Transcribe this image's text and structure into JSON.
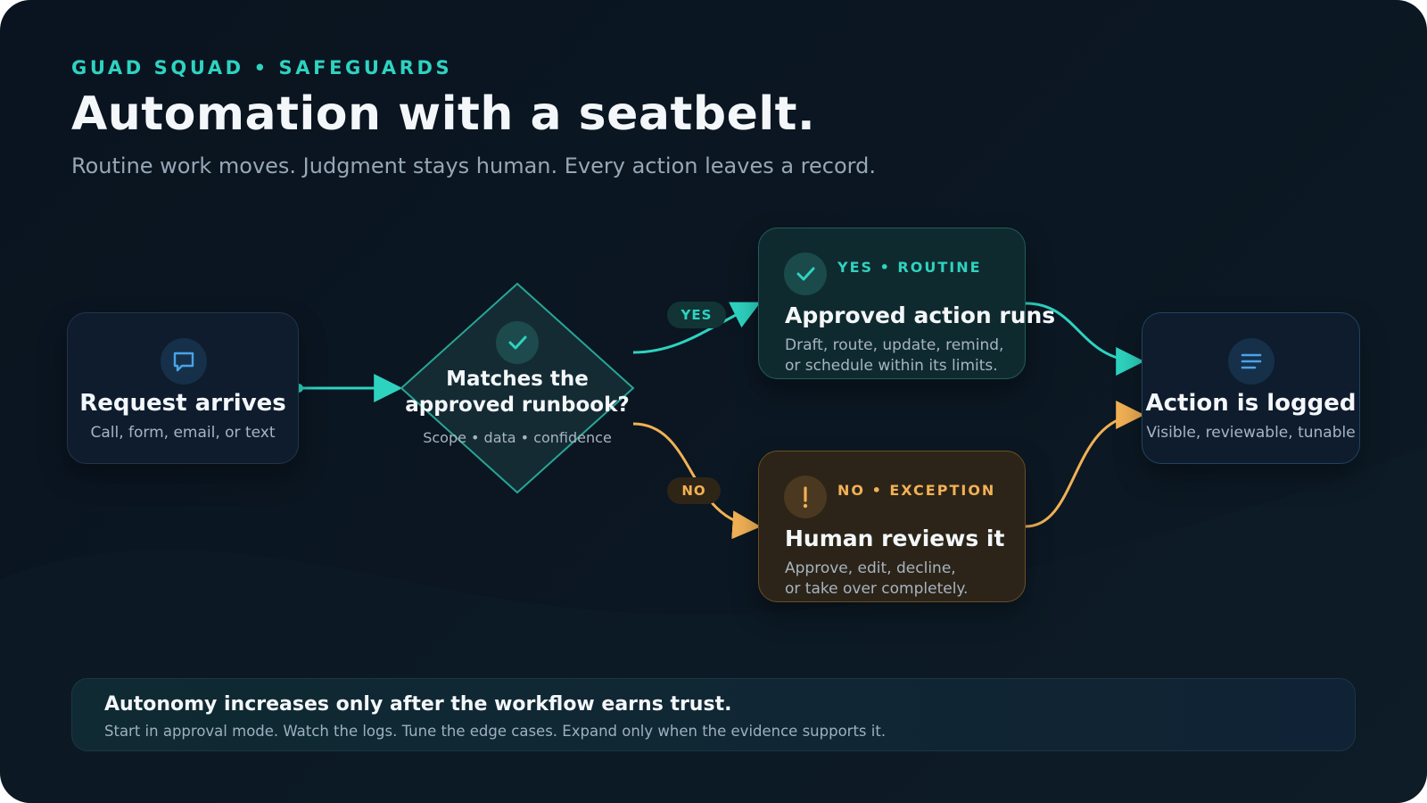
{
  "header": {
    "eyebrow": "GUAD SQUAD • SAFEGUARDS",
    "title": "Automation with a seatbelt.",
    "subtitle": "Routine work moves. Judgment stays human. Every action leaves a record."
  },
  "flow": {
    "request": {
      "icon": "chat-bubble-icon",
      "title": "Request arrives",
      "subtitle": "Call, form, email, or text"
    },
    "decision": {
      "icon": "check-icon",
      "title_line1": "Matches the",
      "title_line2": "approved runbook?",
      "subtitle": "Scope • data • confidence"
    },
    "yes_pill": "YES",
    "no_pill": "NO",
    "routine": {
      "icon": "check-icon",
      "tag": "YES • ROUTINE",
      "title": "Approved action runs",
      "desc_line1": "Draft, route, update, remind,",
      "desc_line2": "or schedule within its limits."
    },
    "exception": {
      "icon": "exclamation-icon",
      "tag": "NO • EXCEPTION",
      "title": "Human reviews it",
      "desc_line1": "Approve, edit, decline,",
      "desc_line2": "or take over completely."
    },
    "logged": {
      "icon": "list-lines-icon",
      "title": "Action is logged",
      "subtitle": "Visible, reviewable, tunable"
    }
  },
  "banner": {
    "title": "Autonomy increases only after the workflow earns trust.",
    "text": "Start in approval mode. Watch the logs. Tune the edge cases. Expand only when the evidence supports it."
  },
  "colors": {
    "teal": "#2ed3c0",
    "amber": "#f2b155",
    "blue": "#4aa3e8",
    "background": "#0a1420"
  }
}
